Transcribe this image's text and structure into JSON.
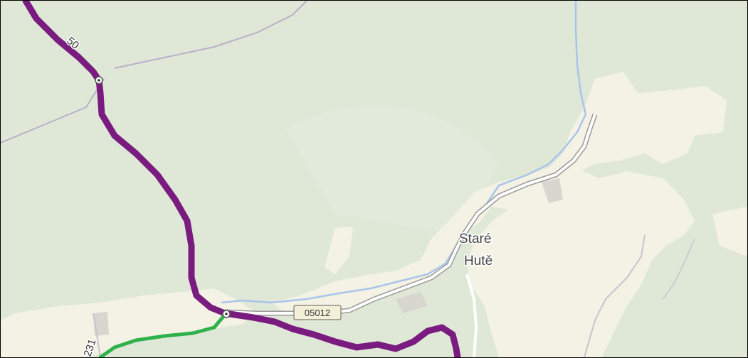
{
  "map": {
    "place_labels": [
      "Staré",
      "Hutě"
    ],
    "road_number_label": "50",
    "road_code_label": "05012",
    "green_road_label": "231"
  },
  "colors": {
    "forest": "#dfe8d7",
    "settlement": "#f3f2e4",
    "primary_road": "#7a1b80",
    "secondary_road": "#2fb24c",
    "water": "#a9c4ea",
    "minor_road": "#b9b0c8"
  }
}
